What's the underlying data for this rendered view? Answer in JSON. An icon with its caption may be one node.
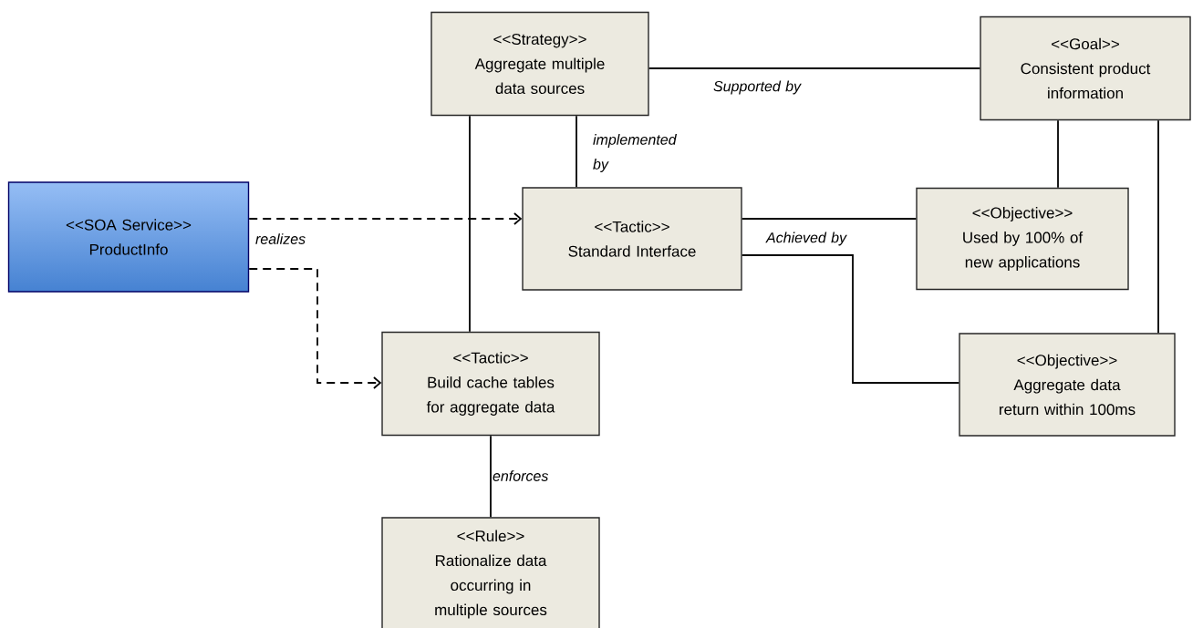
{
  "diagram": {
    "nodes": [
      {
        "text": [
          "<<SOA Service>>",
          "ProductInfo"
        ]
      },
      {
        "text": [
          "<<Strategy>>",
          "Aggregate multiple data sources"
        ]
      },
      {
        "text": [
          "<<Goal>>",
          "Consistent product information"
        ]
      },
      {
        "text": [
          "<<Tactic>>",
          "Standard Interface"
        ]
      },
      {
        "text": [
          "<<Objective>>",
          "Used by 100% of new applications"
        ]
      },
      {
        "text": [
          "<<Objective>>",
          "Aggregate data return within 100ms"
        ]
      },
      {
        "text": [
          "<<Tactic>>",
          "Build cache tables for aggregate data"
        ]
      },
      {
        "text": [
          "<<Rule>>",
          "Rationalize data occurring in multiple sources"
        ]
      }
    ],
    "edges": [
      {
        "from": 0,
        "to": 3,
        "arrow": "to",
        "style": "dashed",
        "label": "realizes"
      },
      {
        "from": 0,
        "to": 6,
        "arrow": "to",
        "style": "dashed"
      },
      {
        "from": 1,
        "to": 2,
        "arrow": "none",
        "label": "Supported by"
      },
      {
        "from": 1,
        "to": 3,
        "arrow": "none",
        "label": "implemented by"
      },
      {
        "from": 1,
        "to": 6,
        "arrow": "none"
      },
      {
        "from": 3,
        "to": 4,
        "arrow": "none",
        "label": "Achieved by"
      },
      {
        "from": 3,
        "to": 5,
        "arrow": "none"
      },
      {
        "from": 2,
        "to": 4,
        "arrow": "none"
      },
      {
        "from": 2,
        "to": 5,
        "arrow": "none"
      },
      {
        "from": 6,
        "to": 7,
        "arrow": "none",
        "label": "enforces"
      }
    ]
  }
}
